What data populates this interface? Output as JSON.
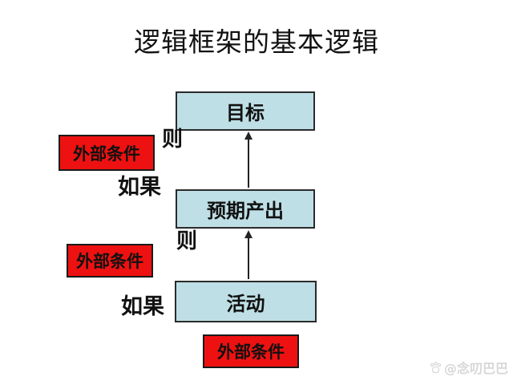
{
  "title": "逻辑框架的基本逻辑",
  "colors": {
    "background": "#ffffff",
    "blue_box_fill": "#bedfe5",
    "red_box_fill": "#ee1111",
    "box_border": "#1a1a1a",
    "arrow": "#222222",
    "watermark": "#d7d7d7"
  },
  "diagram": {
    "blue_boxes": [
      {
        "id": "goal",
        "label": "目标"
      },
      {
        "id": "output",
        "label": "预期产出"
      },
      {
        "id": "activity",
        "label": "活动"
      }
    ],
    "red_boxes": [
      {
        "id": "external-condition-1",
        "label": "外部条件"
      },
      {
        "id": "external-condition-2",
        "label": "外部条件"
      },
      {
        "id": "external-condition-3",
        "label": "外部条件"
      }
    ],
    "labels": [
      {
        "id": "then-1",
        "text": "则"
      },
      {
        "id": "if-1",
        "text": "如果"
      },
      {
        "id": "then-2",
        "text": "则"
      },
      {
        "id": "if-2",
        "text": "如果"
      }
    ],
    "arrows": [
      {
        "id": "arrow-output-to-goal",
        "direction": "up"
      },
      {
        "id": "arrow-activity-to-output",
        "direction": "up"
      }
    ]
  },
  "watermark": {
    "text": "@念叨巴巴",
    "icon": "paw-logo-icon"
  }
}
